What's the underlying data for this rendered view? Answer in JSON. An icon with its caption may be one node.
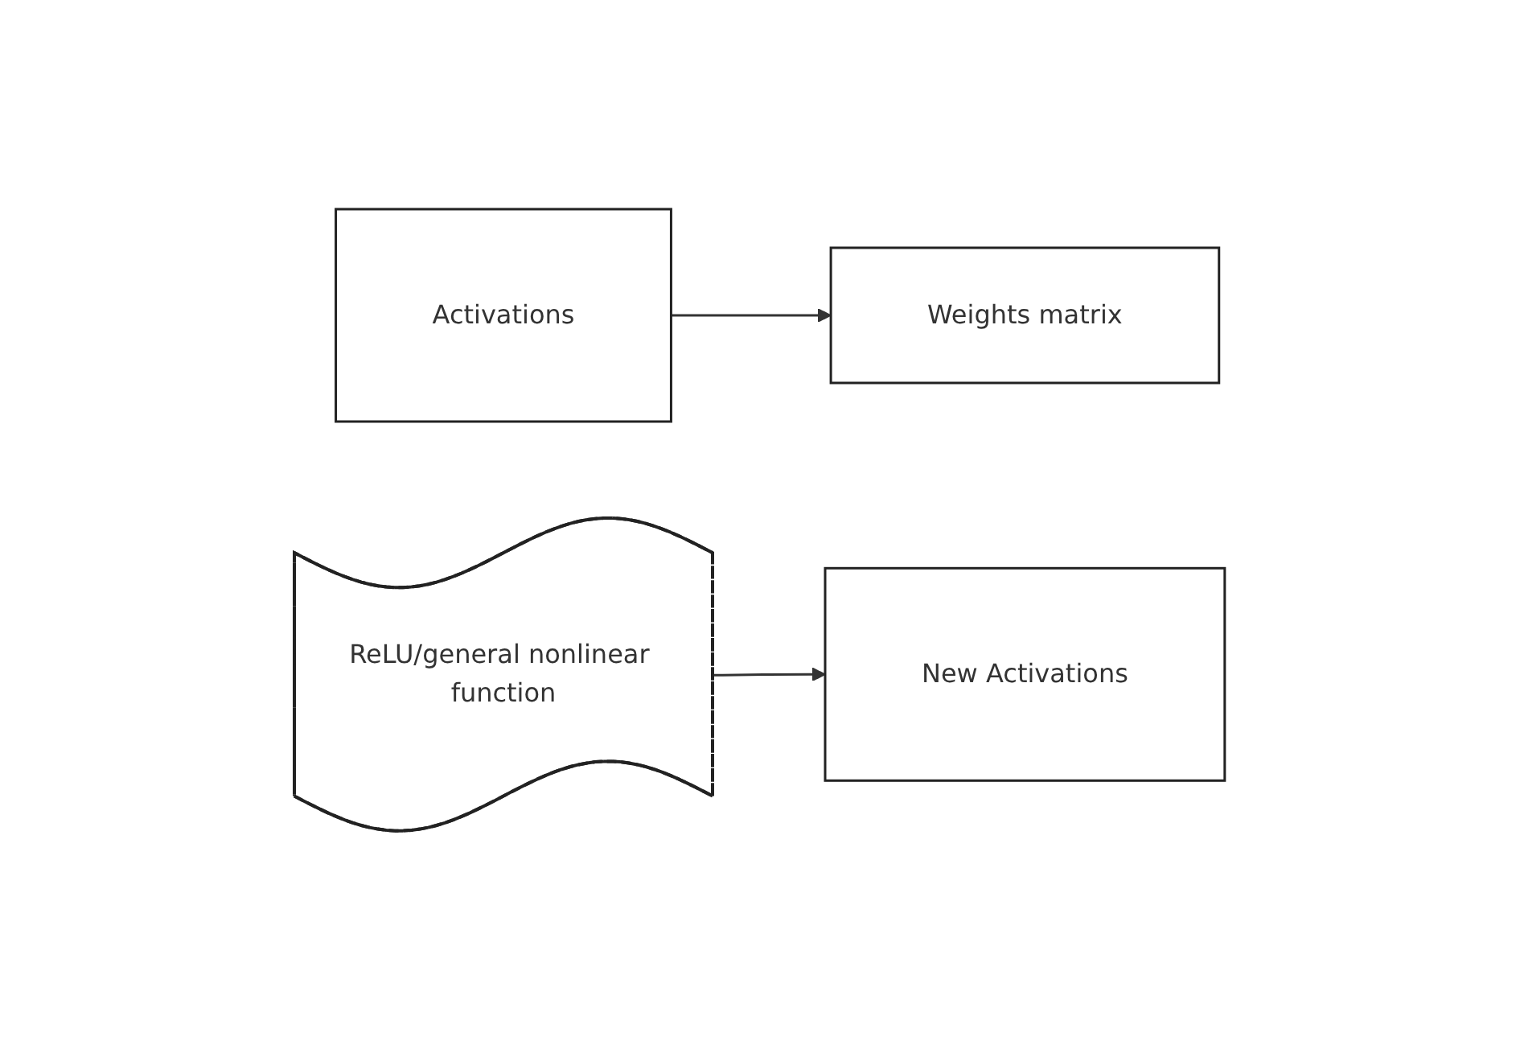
{
  "diagram": {
    "nodes": [
      {
        "text": [
          "Activations"
        ]
      },
      {
        "text": [
          "Weights matrix"
        ]
      },
      {
        "text": [
          "ReLU/general nonlinear function"
        ]
      },
      {
        "text": [
          "New Activations"
        ]
      }
    ],
    "edges": [
      {
        "from": 0,
        "to": 1,
        "arrow": "to"
      },
      {
        "from": 2,
        "to": 3,
        "arrow": "to"
      }
    ]
  }
}
